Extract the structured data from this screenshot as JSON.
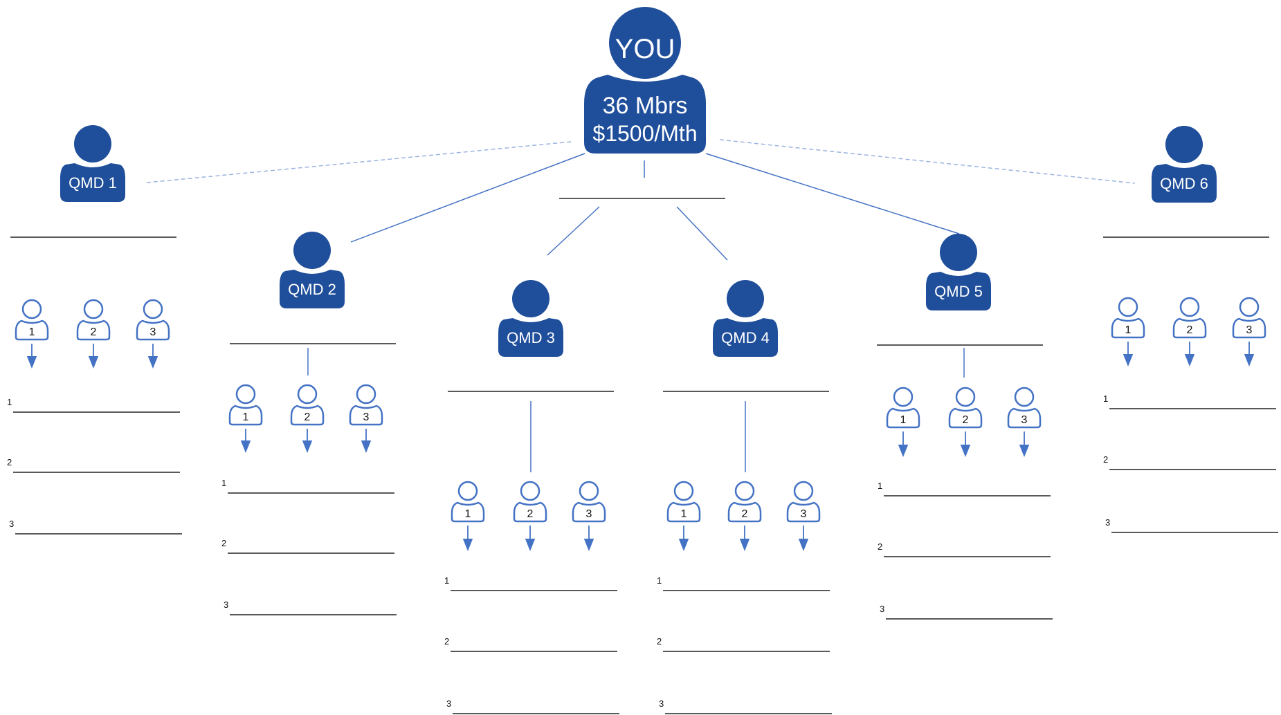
{
  "root": {
    "name": "YOU",
    "members": "36 Mbrs",
    "income": "$1500/Mth"
  },
  "qmds": [
    {
      "label": "QMD 1"
    },
    {
      "label": "QMD 2"
    },
    {
      "label": "QMD 3"
    },
    {
      "label": "QMD 4"
    },
    {
      "label": "QMD 5"
    },
    {
      "label": "QMD 6"
    }
  ],
  "sub_member_numbers": [
    "1",
    "2",
    "3"
  ],
  "line_numbers": [
    "1",
    "2",
    "3"
  ],
  "colors": {
    "primary": "#1f4e9b",
    "line": "#4472c4",
    "dashed": "#9ab3df",
    "rule": "#222222"
  }
}
